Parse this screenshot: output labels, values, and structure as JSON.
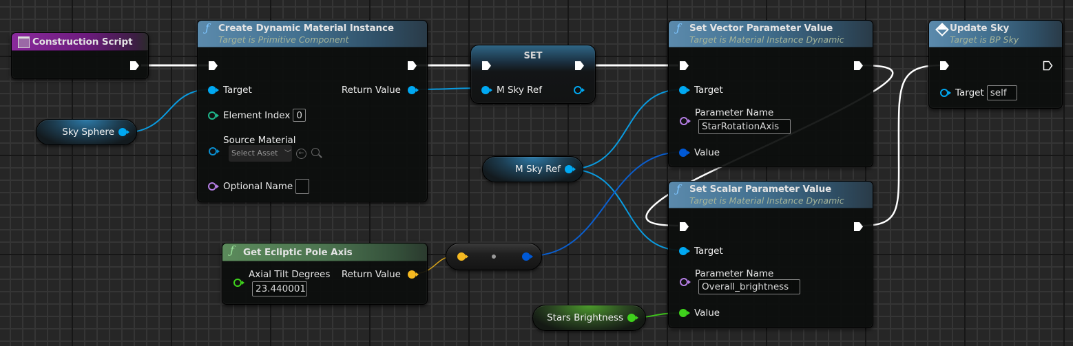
{
  "colors": {
    "exec_wire": "#ffffff",
    "object_pin": "#00a8f2",
    "vector_pin": "#0059d6",
    "float_pin": "#3fd21c",
    "name_pin": "#b57ee5",
    "int_pin": "#1fb58a",
    "rotator_pin": "#f5b921",
    "function_header": "#4f7da0",
    "pure_function_header": "#5b8a5b",
    "event_header": "#8a2a9c"
  },
  "nodes": {
    "construction_script": {
      "title": "Construction Script",
      "icon": "event-graph-icon"
    },
    "create_dmi": {
      "title": "Create Dynamic Material Instance",
      "subtitle": "Target is Primitive Component",
      "icon": "function-icon",
      "pins": {
        "target": "Target",
        "return_value": "Return Value",
        "element_index": "Element Index",
        "element_index_value": "0",
        "source_material": "Source Material",
        "source_material_select": "Select Asset",
        "optional_name": "Optional Name",
        "optional_name_value": ""
      }
    },
    "set_node": {
      "title": "SET",
      "pins": {
        "m_sky_ref": "M Sky Ref"
      }
    },
    "set_vector_param": {
      "title": "Set Vector Parameter Value",
      "subtitle": "Target is Material Instance Dynamic",
      "icon": "function-icon",
      "pins": {
        "target": "Target",
        "parameter_name": "Parameter Name",
        "parameter_name_value": "StarRotationAxis",
        "value": "Value"
      }
    },
    "update_sky": {
      "title": "Update Sky",
      "subtitle": "Target is BP Sky",
      "icon": "custom-event-call-icon",
      "pins": {
        "target": "Target",
        "target_value": "self"
      }
    },
    "set_scalar_param": {
      "title": "Set Scalar Parameter Value",
      "subtitle": "Target is Material Instance Dynamic",
      "icon": "function-icon",
      "pins": {
        "target": "Target",
        "parameter_name": "Parameter Name",
        "parameter_name_value": "Overall_brightness",
        "value": "Value"
      }
    },
    "get_ecliptic_pole_axis": {
      "title": "Get Ecliptic Pole Axis",
      "icon": "function-icon",
      "pins": {
        "axial_tilt": "Axial Tilt Degrees",
        "axial_tilt_value": "23.440001",
        "return_value": "Return Value"
      }
    },
    "sky_sphere_var": {
      "label": "Sky Sphere"
    },
    "m_sky_ref_var": {
      "label": "M Sky Ref"
    },
    "stars_brightness_var": {
      "label": "Stars Brightness"
    },
    "conversion_node": {
      "label": ""
    }
  }
}
